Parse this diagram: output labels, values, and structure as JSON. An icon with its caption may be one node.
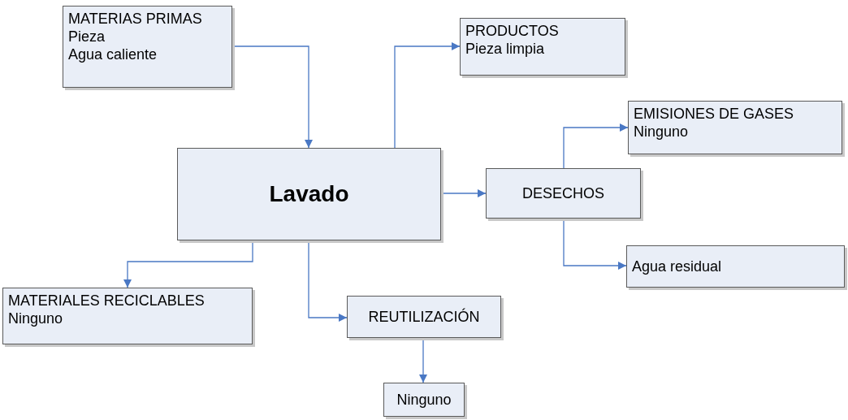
{
  "diagram": {
    "nodes": [
      {
        "text": [
          "MATERIAS PRIMAS",
          "Pieza",
          "Agua caliente"
        ]
      },
      {
        "text": [
          "PRODUCTOS",
          "Pieza limpia"
        ]
      },
      {
        "text": [
          "Lavado"
        ]
      },
      {
        "text": [
          "EMISIONES DE GASES",
          "Ninguno"
        ]
      },
      {
        "text": [
          "DESECHOS"
        ]
      },
      {
        "text": [
          "Agua residual"
        ]
      },
      {
        "text": [
          "MATERIALES RECICLABLES",
          "Ninguno"
        ]
      },
      {
        "text": [
          "REUTILIZACIÓN"
        ]
      },
      {
        "text": [
          "Ninguno"
        ]
      }
    ],
    "edges": [
      {
        "from": 0,
        "to": 2,
        "arrow": "to"
      },
      {
        "from": 2,
        "to": 1,
        "arrow": "to"
      },
      {
        "from": 2,
        "to": 4,
        "arrow": "to"
      },
      {
        "from": 4,
        "to": 3,
        "arrow": "to"
      },
      {
        "from": 4,
        "to": 5,
        "arrow": "to"
      },
      {
        "from": 2,
        "to": 6,
        "arrow": "to"
      },
      {
        "from": 2,
        "to": 7,
        "arrow": "to"
      },
      {
        "from": 7,
        "to": 8,
        "arrow": "to"
      }
    ]
  }
}
